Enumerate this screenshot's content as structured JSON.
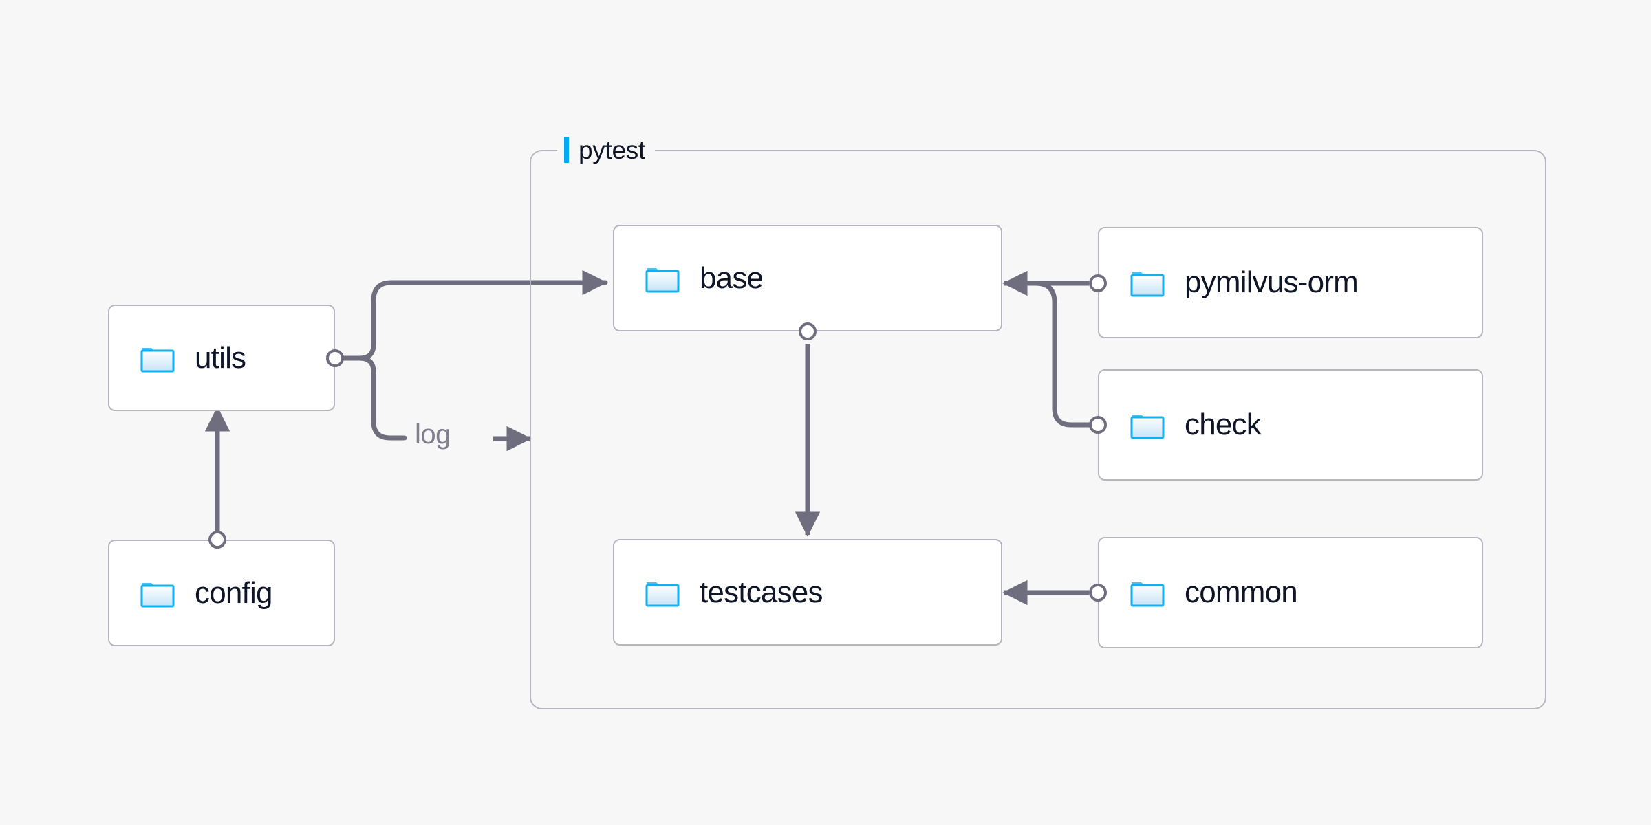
{
  "diagram": {
    "background_color": "#f7f7f8",
    "accent_color": "#03a9f4",
    "node_border_color": "#b6b5c0",
    "edge_color": "#6f6e7e",
    "text_color": "#0d1526",
    "muted_text_color": "#807f8e"
  },
  "group": {
    "label": "pytest",
    "accent_icon": "accent-bar-icon"
  },
  "nodes": {
    "utils": {
      "label": "utils",
      "icon": "folder-icon"
    },
    "config": {
      "label": "config",
      "icon": "folder-icon"
    },
    "base": {
      "label": "base",
      "icon": "folder-icon"
    },
    "testcases": {
      "label": "testcases",
      "icon": "folder-icon"
    },
    "pymilvus_orm": {
      "label": "pymilvus-orm",
      "icon": "folder-icon"
    },
    "check": {
      "label": "check",
      "icon": "folder-icon"
    },
    "common": {
      "label": "common",
      "icon": "folder-icon"
    }
  },
  "edge_labels": {
    "log": "log"
  }
}
